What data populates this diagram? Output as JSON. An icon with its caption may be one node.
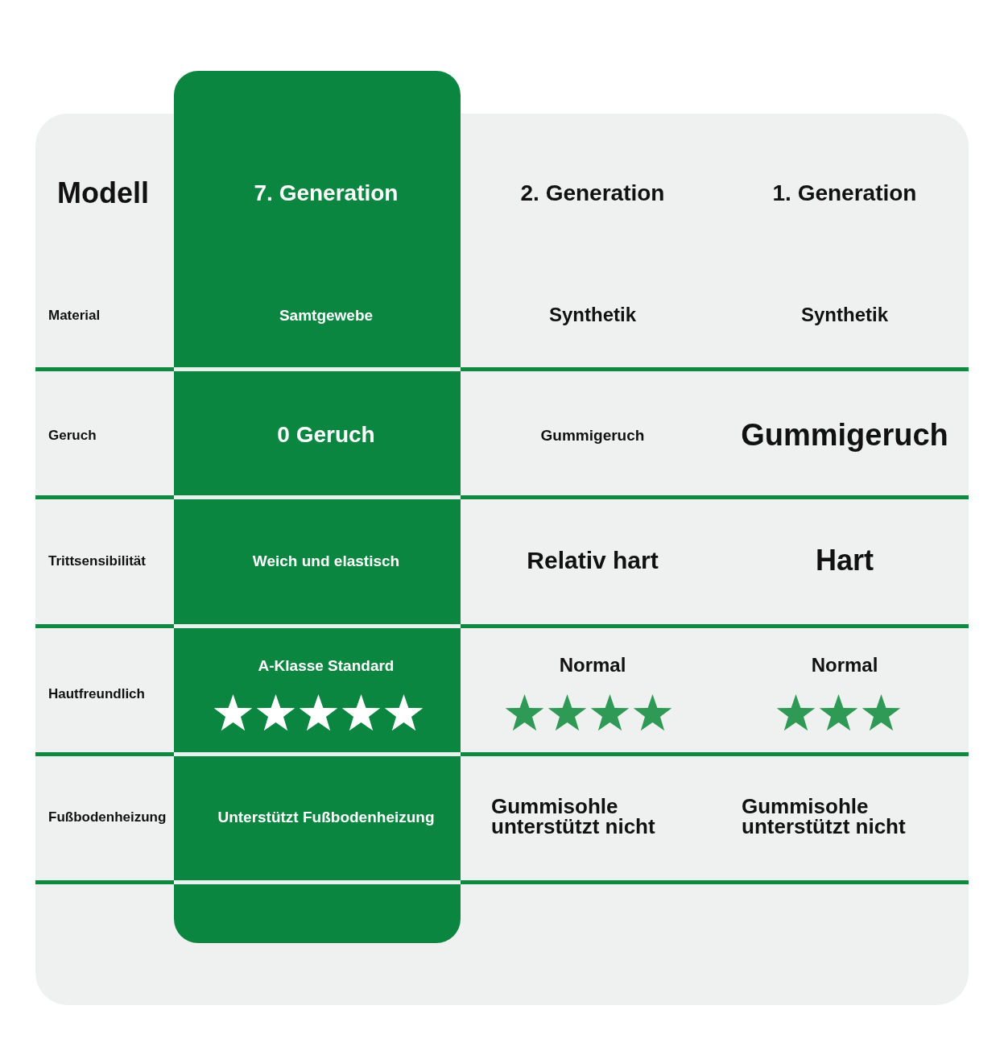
{
  "diagram": {
    "labels": [
      "Modell",
      "7. Generation",
      "2. Generation",
      "1. Generation",
      "Material",
      "Samtgewebe",
      "Synthetik",
      "Synthetik",
      "Geruch",
      "0 Geruch",
      "Gummigeruch",
      "Gummigeruch",
      "Trittsensibilität",
      "Weich und elastisch",
      "Relativ hart",
      "Hart",
      "Hautfreundlich",
      "A-Klasse Standard",
      "Normal",
      "Normal",
      "Fußbodenheizung",
      "Unterstützt Fußbodenheizung",
      "Gummisohle unterstützt nicht",
      "Gummisohle unterstützt nicht"
    ]
  }
}
